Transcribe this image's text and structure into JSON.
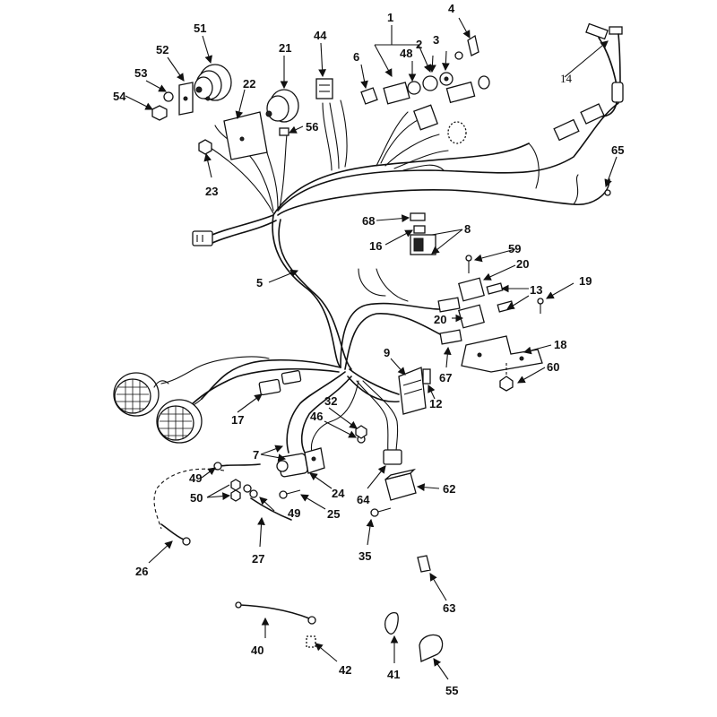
{
  "labels": {
    "l1": "1",
    "l2": "2",
    "l3": "3",
    "l4": "4",
    "l5": "5",
    "l6": "6",
    "l7": "7",
    "l8": "8",
    "l9": "9",
    "l12": "12",
    "l13": "13",
    "l14": "14",
    "l16": "16",
    "l17": "17",
    "l18": "18",
    "l19": "19",
    "l20a": "20",
    "l20b": "20",
    "l21": "21",
    "l22": "22",
    "l23": "23",
    "l24": "24",
    "l25": "25",
    "l26": "26",
    "l27": "27",
    "l32": "32",
    "l35": "35",
    "l40": "40",
    "l41": "41",
    "l42": "42",
    "l44": "44",
    "l46": "46",
    "l48": "48",
    "l49a": "49",
    "l49b": "49",
    "l50": "50",
    "l51": "51",
    "l52": "52",
    "l53": "53",
    "l54": "54",
    "l55": "55",
    "l56": "56",
    "l59": "59",
    "l60": "60",
    "l62": "62",
    "l63": "63",
    "l64": "64",
    "l65": "65",
    "l67": "67",
    "l68": "68"
  }
}
